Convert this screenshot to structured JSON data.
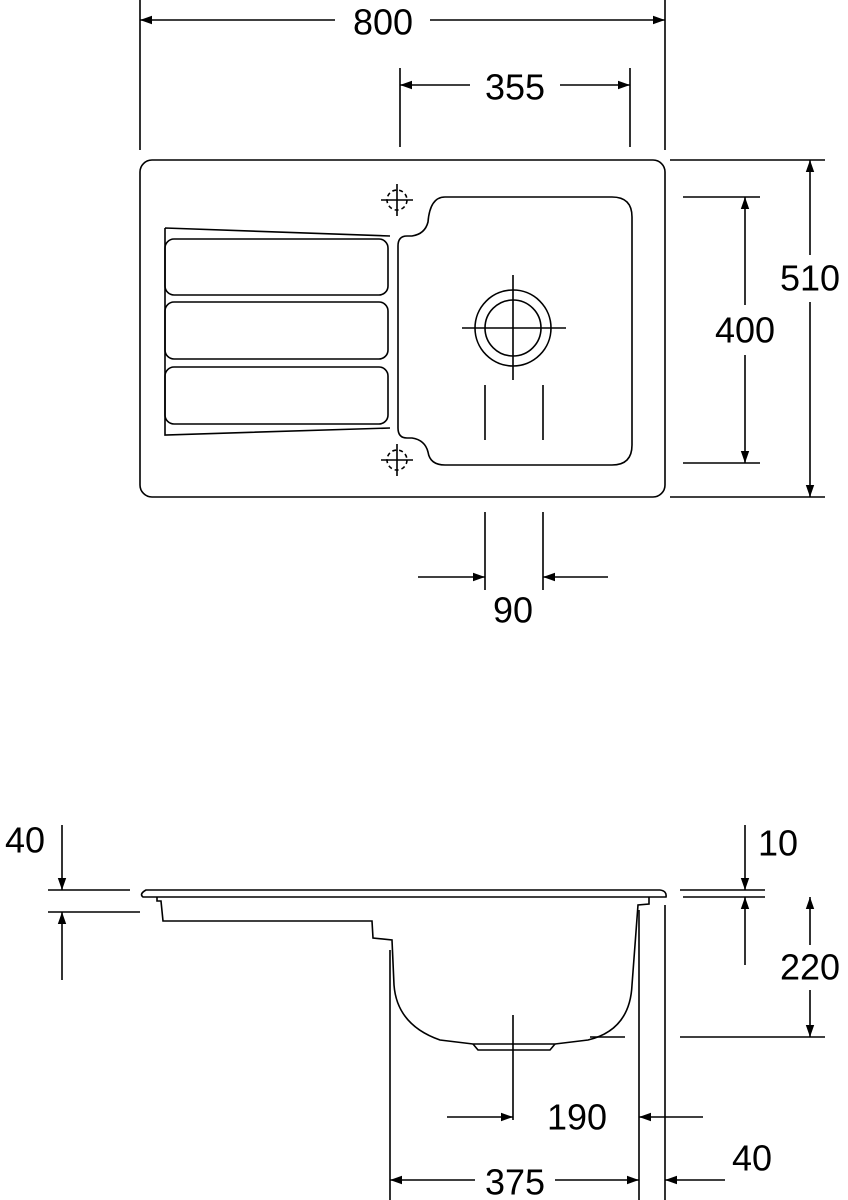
{
  "top_view": {
    "overall_width": "800",
    "bowl_offset": "355",
    "overall_depth": "510",
    "bowl_depth": "400",
    "drain_spacing": "90"
  },
  "side_view": {
    "rim_left": "40",
    "rim_right": "10",
    "bowl_height": "220",
    "drain_offset": "190",
    "edge_offset": "40",
    "bowl_width": "375"
  }
}
